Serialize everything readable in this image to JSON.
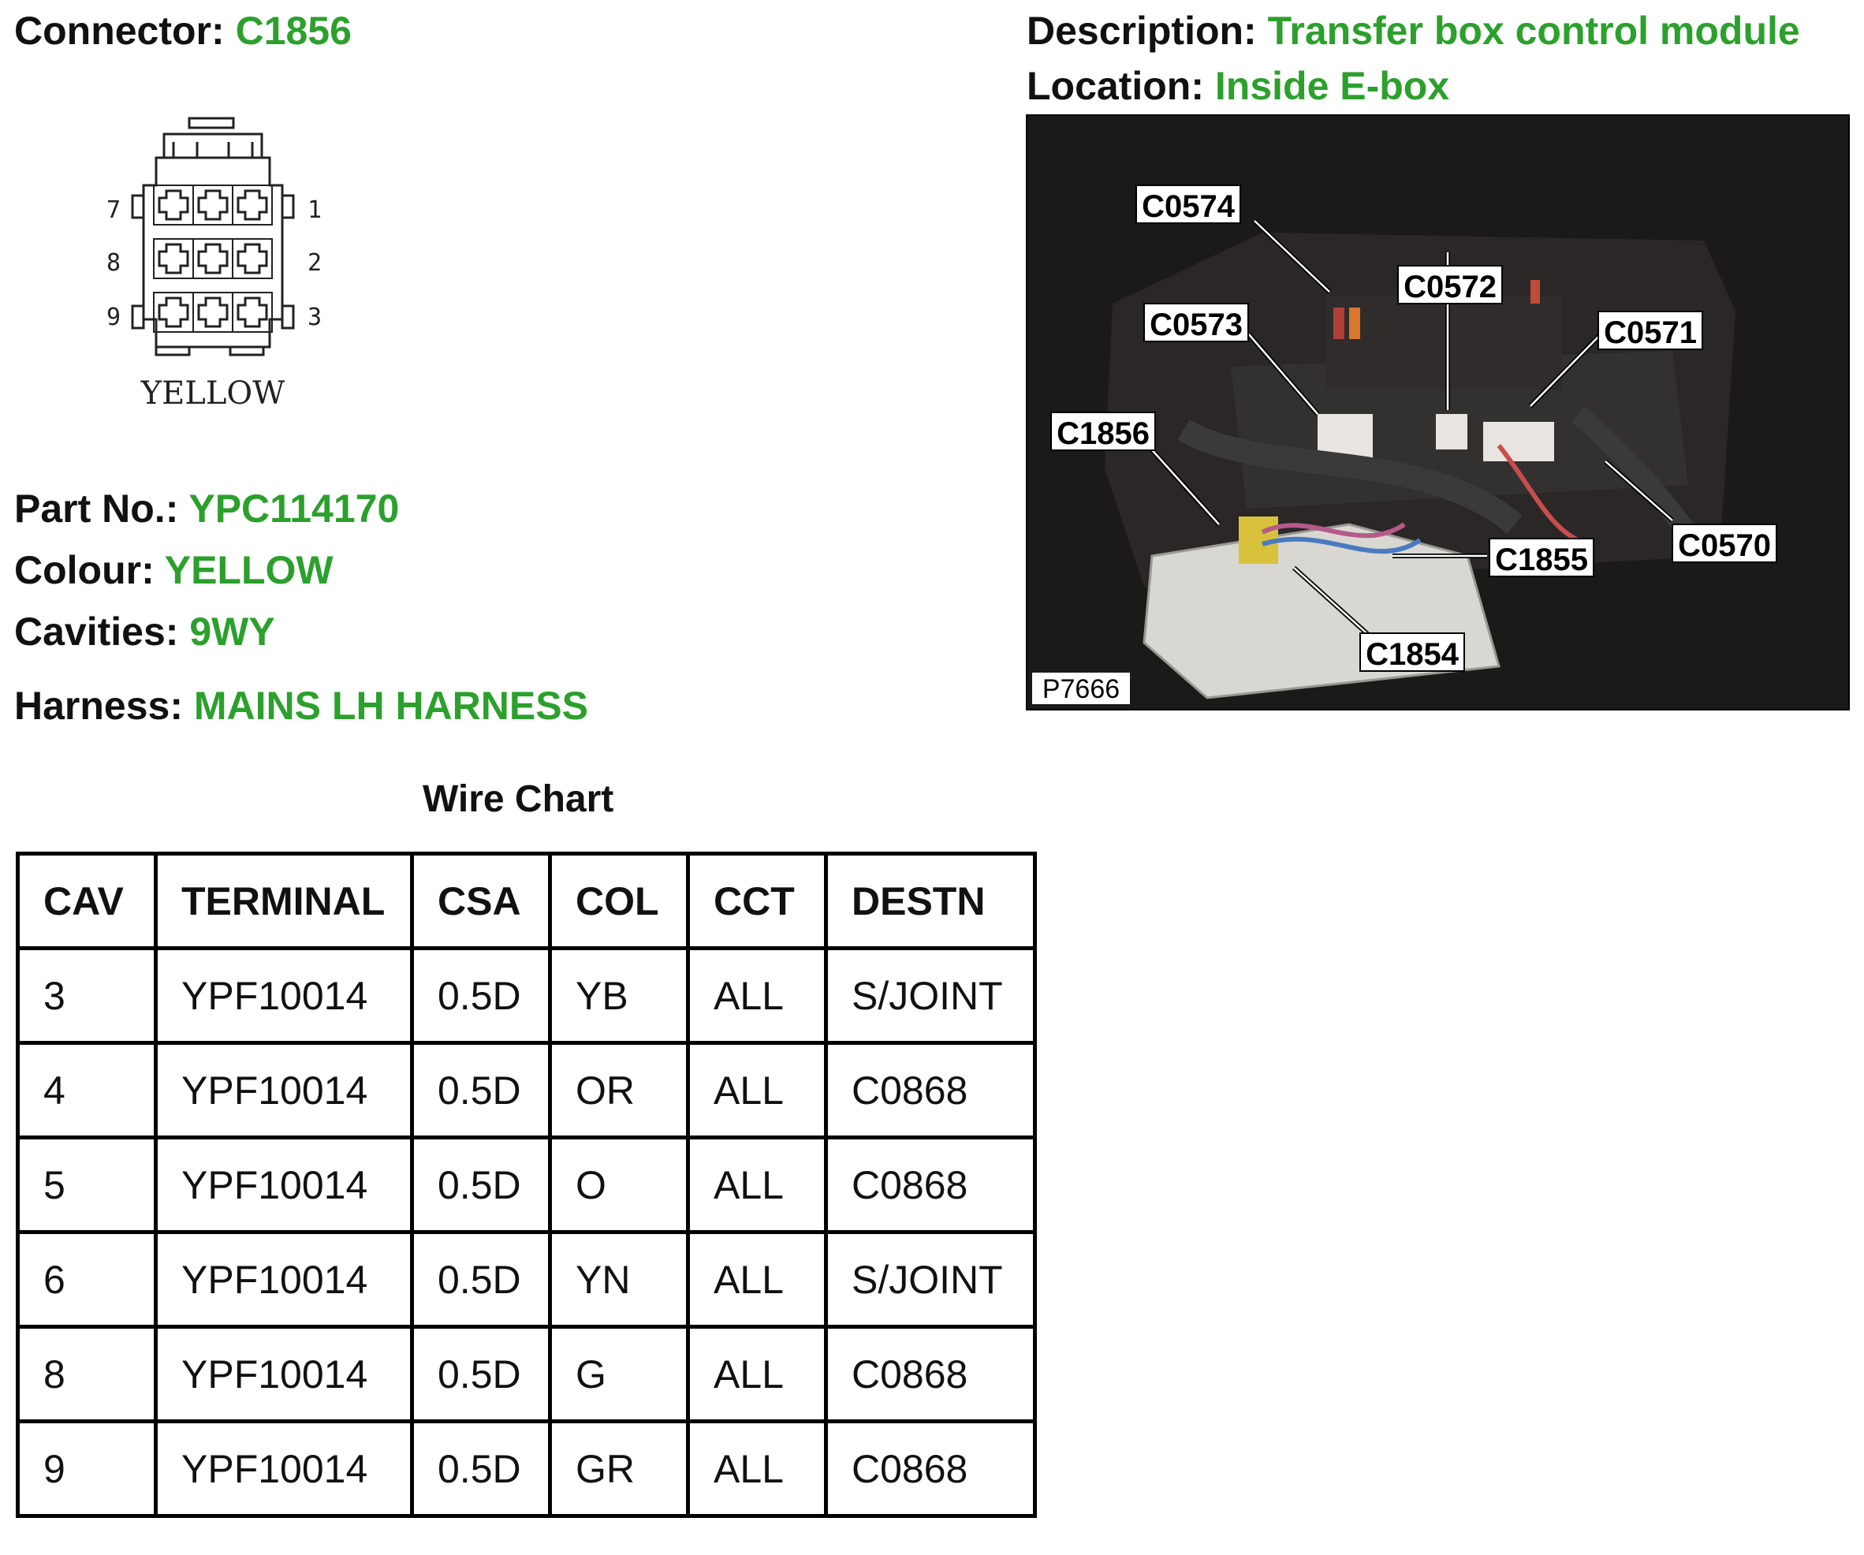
{
  "connector": {
    "label": "Connector:",
    "value": "C1856"
  },
  "description": {
    "label": "Description:",
    "value": "Transfer box control module"
  },
  "location": {
    "label": "Location:",
    "value": "Inside E-box"
  },
  "diagram": {
    "pins_left": [
      "7",
      "8",
      "9"
    ],
    "pins_right": [
      "1",
      "2",
      "3"
    ],
    "colour_caption": "YELLOW"
  },
  "part_no": {
    "label": "Part No.:",
    "value": "YPC114170"
  },
  "colour": {
    "label": "Colour:",
    "value": "YELLOW"
  },
  "cavities": {
    "label": "Cavities:",
    "value": "9WY"
  },
  "harness": {
    "label": "Harness:",
    "value": "MAINS LH HARNESS"
  },
  "photo": {
    "ref": "P7666",
    "callouts": [
      "C0574",
      "C0572",
      "C0573",
      "C0571",
      "C1856",
      "C1855",
      "C0570",
      "C1854"
    ]
  },
  "wire_chart": {
    "title": "Wire Chart",
    "headers": [
      "CAV",
      "TERMINAL",
      "CSA",
      "COL",
      "CCT",
      "DESTN"
    ],
    "rows": [
      [
        "3",
        "YPF10014",
        "0.5D",
        "YB",
        "ALL",
        "S/JOINT"
      ],
      [
        "4",
        "YPF10014",
        "0.5D",
        "OR",
        "ALL",
        "C0868"
      ],
      [
        "5",
        "YPF10014",
        "0.5D",
        "O",
        "ALL",
        "C0868"
      ],
      [
        "6",
        "YPF10014",
        "0.5D",
        "YN",
        "ALL",
        "S/JOINT"
      ],
      [
        "8",
        "YPF10014",
        "0.5D",
        "G",
        "ALL",
        "C0868"
      ],
      [
        "9",
        "YPF10014",
        "0.5D",
        "GR",
        "ALL",
        "C0868"
      ]
    ]
  },
  "colors": {
    "value_green": "#2ca02c",
    "text": "#111111"
  }
}
